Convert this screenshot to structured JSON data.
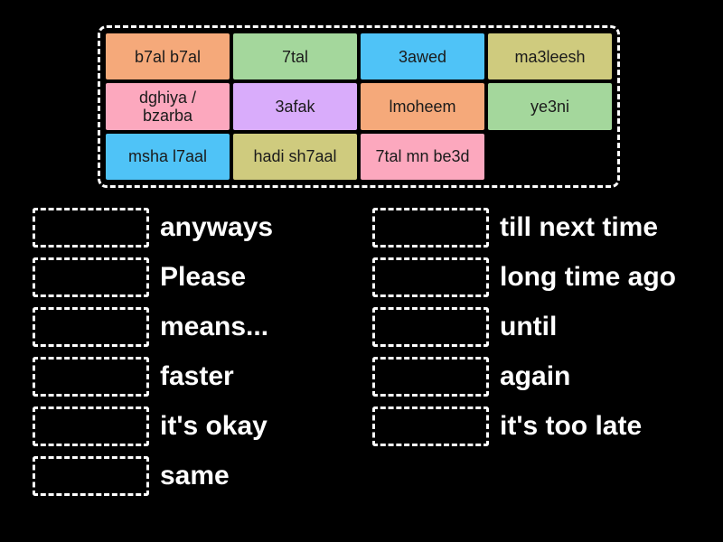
{
  "board": {
    "tile_bank": {
      "columns": 4,
      "rows": 3,
      "tiles": [
        {
          "label": "b7al b7al",
          "color": "#f5a97a"
        },
        {
          "label": "7tal",
          "color": "#a4d79c"
        },
        {
          "label": "3awed",
          "color": "#4fc3f7"
        },
        {
          "label": "ma3leesh",
          "color": "#cfcb7e"
        },
        {
          "label": "dghiya /\nbzarba",
          "color": "#fca8be"
        },
        {
          "label": "3afak",
          "color": "#d9acfb"
        },
        {
          "label": "lmoheem",
          "color": "#f5a97a"
        },
        {
          "label": "ye3ni",
          "color": "#a4d79c"
        },
        {
          "label": "msha l7aal",
          "color": "#4fc3f7"
        },
        {
          "label": "hadi sh7aal",
          "color": "#cfcb7e"
        },
        {
          "label": "7tal mn be3d",
          "color": "#fca8be"
        },
        {
          "label": "",
          "color": ""
        }
      ]
    },
    "answers_left": [
      {
        "label": "anyways",
        "slot_value": ""
      },
      {
        "label": "Please",
        "slot_value": ""
      },
      {
        "label": "means...",
        "slot_value": ""
      },
      {
        "label": "faster",
        "slot_value": ""
      },
      {
        "label": "it's okay",
        "slot_value": ""
      },
      {
        "label": "same",
        "slot_value": ""
      }
    ],
    "answers_right": [
      {
        "label": "till next time",
        "slot_value": ""
      },
      {
        "label": "long time ago",
        "slot_value": ""
      },
      {
        "label": "until",
        "slot_value": ""
      },
      {
        "label": "again",
        "slot_value": ""
      },
      {
        "label": "it's too late",
        "slot_value": ""
      }
    ]
  },
  "theme": {
    "background": "#000000",
    "outline": "#ffffff",
    "text": "#ffffff",
    "tile_text": "#1b1b1b"
  }
}
